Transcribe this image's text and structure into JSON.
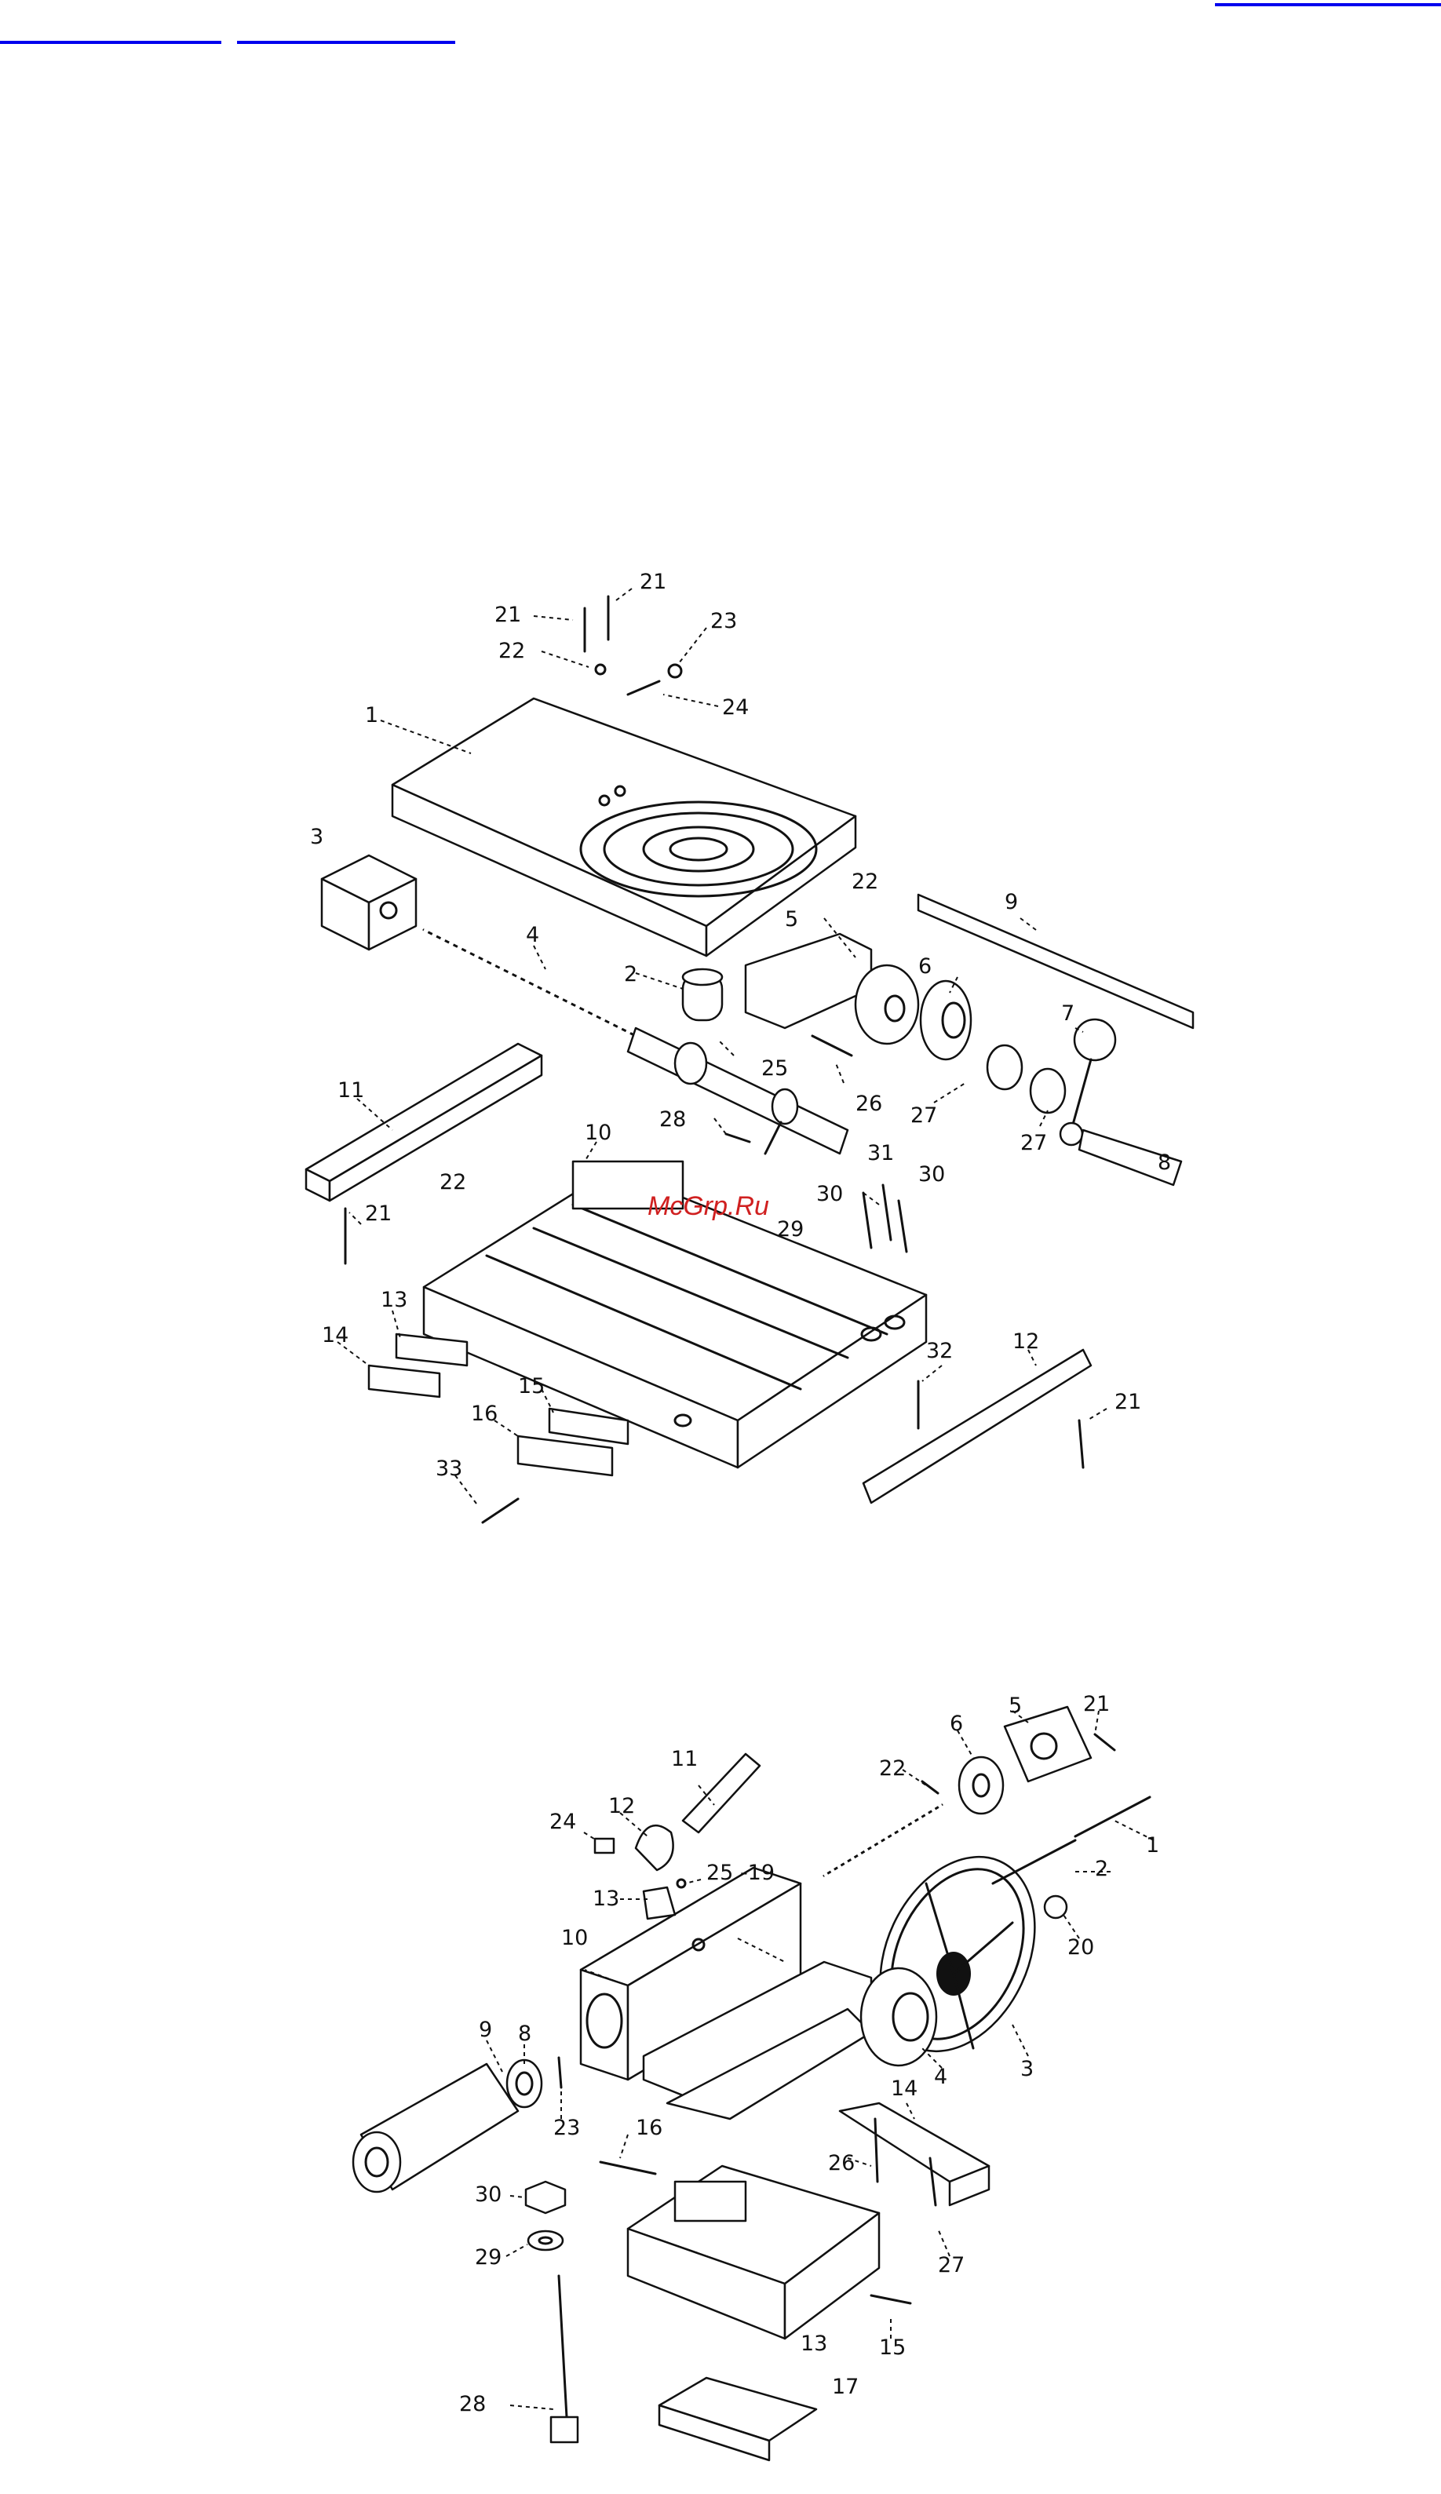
{
  "colors": {
    "link": "#0000ee",
    "watermark": "#d02020",
    "ink": "#111111"
  },
  "nav_links": [
    {
      "name": "nav-link-top-right",
      "label": ""
    },
    {
      "name": "nav-link-left",
      "label": ""
    },
    {
      "name": "nav-link-middle",
      "label": ""
    }
  ],
  "watermark": "McGrp.Ru",
  "diagram1": {
    "labels": {
      "l1": "1",
      "l2": "2",
      "l3": "3",
      "l4": "4",
      "l5": "5",
      "l6": "6",
      "l7": "7",
      "l8": "8",
      "l9": "9",
      "l10": "10",
      "l11": "11",
      "l12": "12",
      "l13": "13",
      "l14": "14",
      "l15": "15",
      "l16": "16",
      "l21a": "21",
      "l21b": "21",
      "l21c": "21",
      "l21d": "21",
      "l22a": "22",
      "l22b": "22",
      "l22c": "22",
      "l23": "23",
      "l24": "24",
      "l25": "25",
      "l26": "26",
      "l27a": "27",
      "l27b": "27",
      "l28": "28",
      "l29": "29",
      "l30a": "30",
      "l30b": "30",
      "l31": "31",
      "l32": "32",
      "l33": "33"
    }
  },
  "diagram2": {
    "labels": {
      "l1": "1",
      "l2": "2",
      "l3": "3",
      "l4": "4",
      "l5": "5",
      "l6": "6",
      "l8": "8",
      "l9": "9",
      "l10": "10",
      "l11": "11",
      "l12": "12",
      "l13a": "13",
      "l13b": "13",
      "l14": "14",
      "l15": "15",
      "l16": "16",
      "l17": "17",
      "l19": "25 -19",
      "l20": "20",
      "l21": "21",
      "l22": "22",
      "l23": "23",
      "l24": "24",
      "l26": "26",
      "l27": "27",
      "l28": "28",
      "l29": "29",
      "l30": "30"
    }
  }
}
